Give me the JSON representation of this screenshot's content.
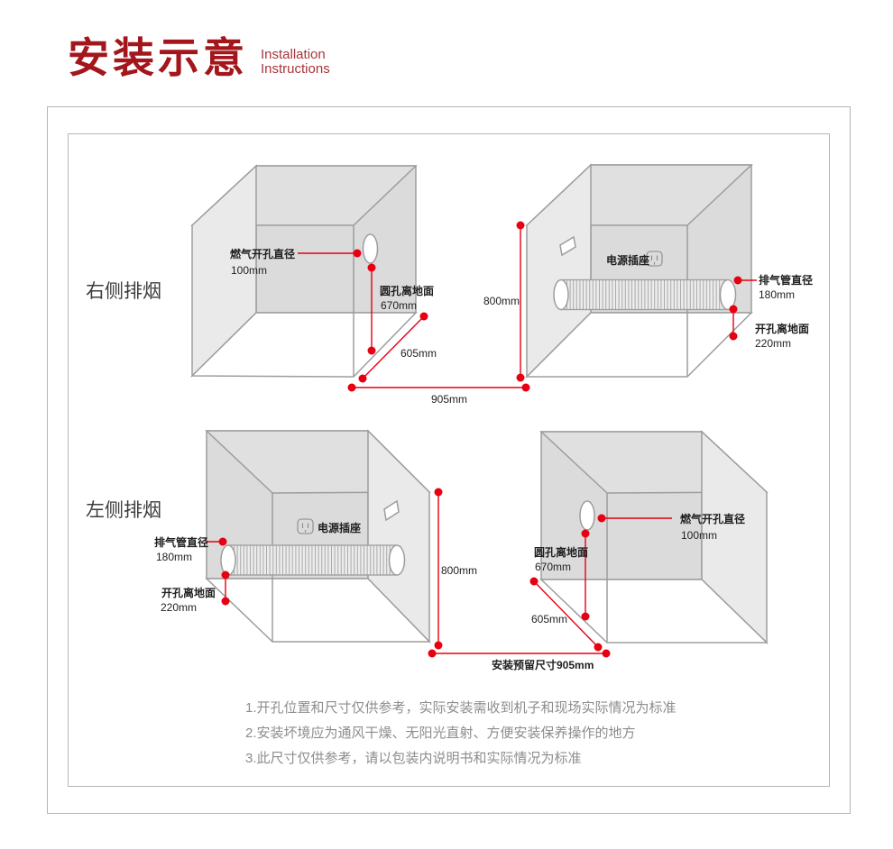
{
  "header": {
    "title": "安装示意",
    "subtitle_line1": "Installation",
    "subtitle_line2": "Instructions"
  },
  "rows": {
    "right_label": "右侧排烟",
    "left_label": "左侧排烟"
  },
  "dims": {
    "gas_hole_label": "燃气开孔直径",
    "gas_hole_value": "100mm",
    "round_hole_label": "圆孔离地面",
    "round_hole_value": "670mm",
    "depth_value": "605mm",
    "span_value": "905mm",
    "height_value": "800mm",
    "pipe_label": "排气管直径",
    "pipe_value": "180mm",
    "opening_label": "开孔离地面",
    "opening_value": "220mm",
    "socket_label": "电源插座",
    "reserved_label": "安装预留尺寸905mm"
  },
  "notes": [
    "1.开孔位置和尺寸仅供参考，实际安装需收到机子和现场实际情况为标准",
    "2.安装坏境应为通风干燥、无阳光直射、方便安装保养操作的地方",
    "3.此尺寸仅供参考，请以包装内说明书和实际情况为标准"
  ],
  "colors": {
    "title_red": "#a3161b",
    "annotation_red": "#e60012",
    "wall_gray": "#dbdbdb",
    "side_wall_gray": "#eaeaea",
    "frame_border": "#b5b5b5",
    "notes_gray": "#8d8d8d"
  }
}
